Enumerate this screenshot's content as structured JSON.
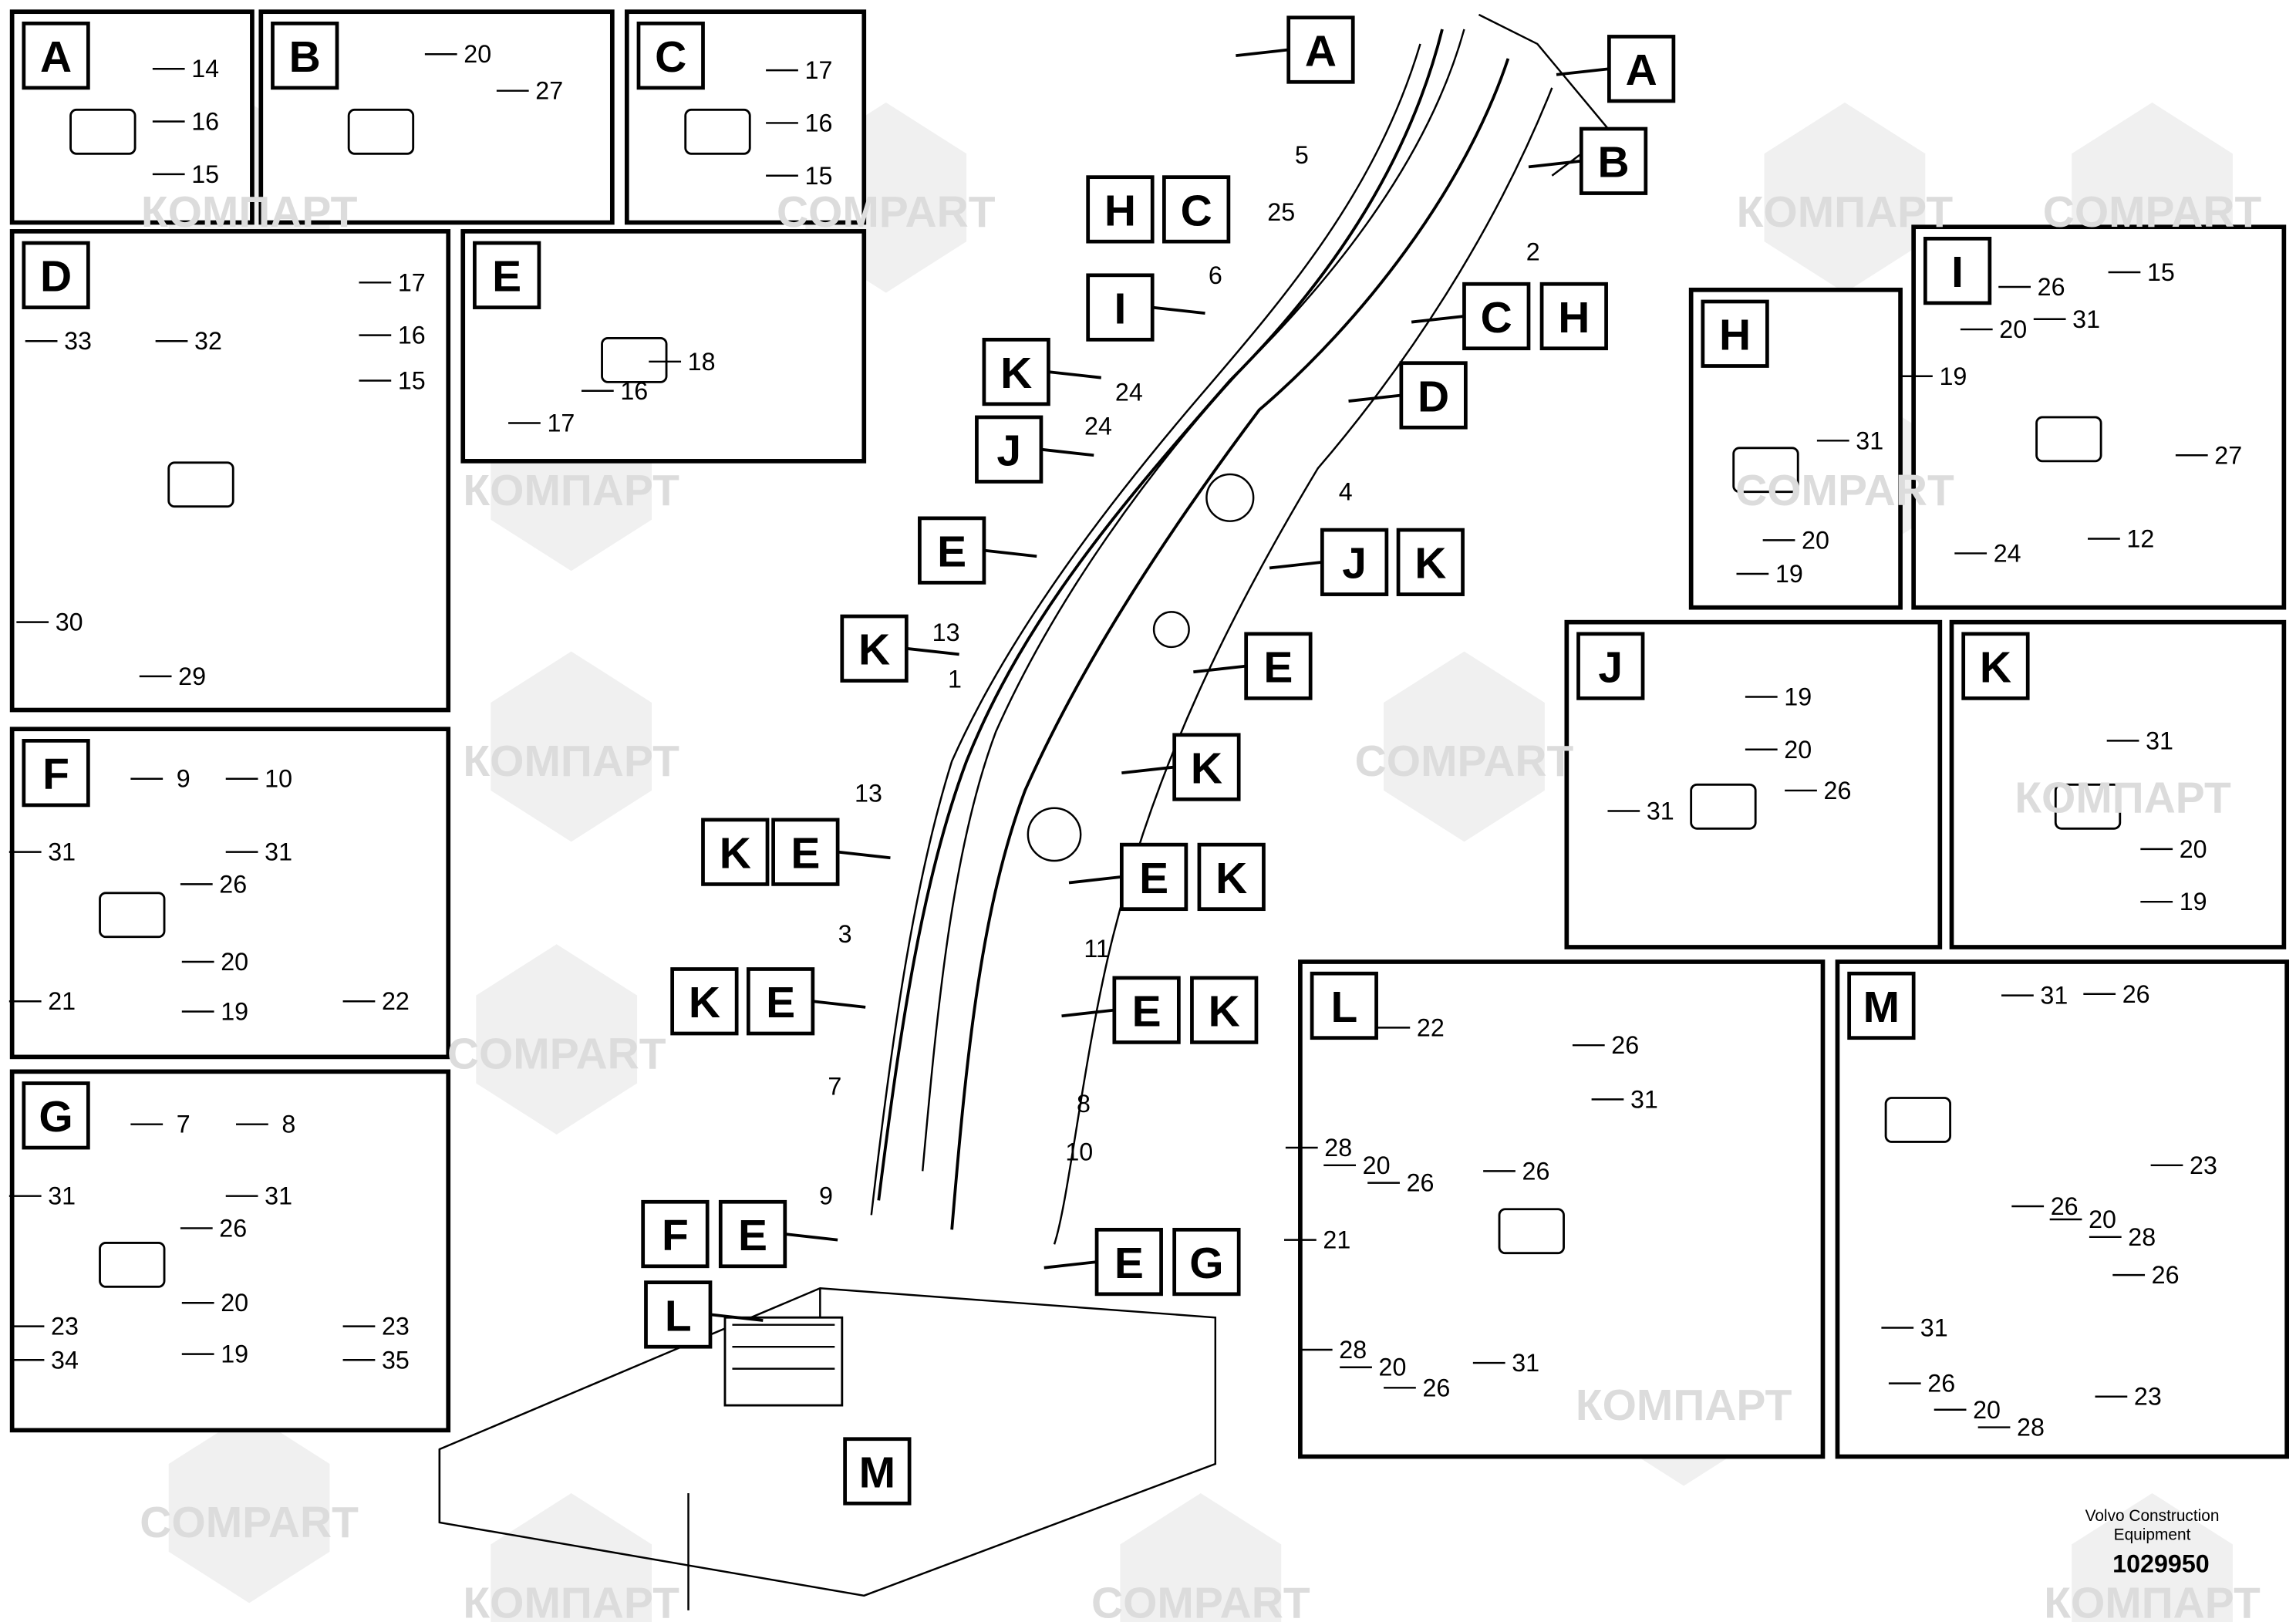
{
  "watermark": {
    "cyr": "КОМПАРТ",
    "lat": "COMPART"
  },
  "panels": {
    "A": {
      "letter": "A",
      "parts": [
        "14",
        "16",
        "15"
      ]
    },
    "B": {
      "letter": "B",
      "parts": [
        "20",
        "27"
      ]
    },
    "C": {
      "letter": "C",
      "parts": [
        "17",
        "16",
        "15"
      ]
    },
    "D": {
      "letter": "D",
      "parts": [
        "17",
        "16",
        "15",
        "33",
        "32",
        "30",
        "29"
      ]
    },
    "E": {
      "letter": "E",
      "parts": [
        "18",
        "16",
        "17"
      ]
    },
    "F": {
      "letter": "F",
      "parts": [
        "9",
        "10",
        "31",
        "31",
        "26",
        "20",
        "19",
        "21",
        "22"
      ]
    },
    "G": {
      "letter": "G",
      "parts": [
        "7",
        "8",
        "31",
        "31",
        "26",
        "20",
        "19",
        "23",
        "34",
        "23",
        "35"
      ]
    },
    "H": {
      "letter": "H",
      "parts": [
        "31",
        "20",
        "19"
      ]
    },
    "I": {
      "letter": "I",
      "parts": [
        "15",
        "26",
        "20",
        "31",
        "19",
        "27",
        "24",
        "12"
      ]
    },
    "J": {
      "letter": "J",
      "parts": [
        "19",
        "20",
        "31",
        "26"
      ]
    },
    "K": {
      "letter": "K",
      "parts": [
        "31",
        "20",
        "19"
      ]
    },
    "L": {
      "letter": "L",
      "parts": [
        "22",
        "26",
        "31",
        "28",
        "20",
        "26",
        "26",
        "21",
        "28",
        "20",
        "26",
        "31"
      ]
    },
    "M": {
      "letter": "M",
      "parts": [
        "31",
        "26",
        "23",
        "26",
        "20",
        "28",
        "26",
        "31",
        "26",
        "20",
        "28",
        "23"
      ]
    }
  },
  "main": {
    "callouts": [
      "A",
      "A",
      "B",
      "H",
      "C",
      "C",
      "H",
      "I",
      "D",
      "K",
      "J",
      "J",
      "K",
      "E",
      "E",
      "K",
      "K",
      "K",
      "E",
      "E",
      "K",
      "K",
      "E",
      "E",
      "K",
      "F",
      "E",
      "E",
      "G",
      "L",
      "M"
    ],
    "parts": [
      "5",
      "25",
      "2",
      "6",
      "24",
      "24",
      "4",
      "13",
      "1",
      "13",
      "3",
      "11",
      "7",
      "8",
      "10",
      "9"
    ]
  },
  "footer": {
    "line1": "Volvo Construction",
    "line2": "Equipment",
    "number": "1029950"
  }
}
